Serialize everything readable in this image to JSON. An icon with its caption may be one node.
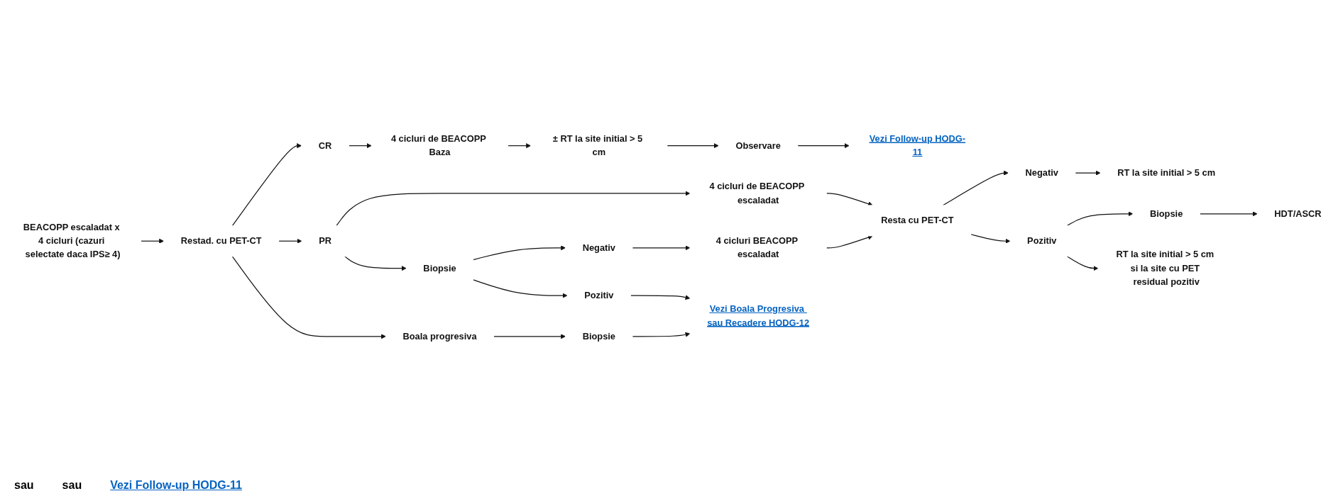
{
  "diagram": {
    "nodes": [
      {
        "text": [
          "BEACOPP escaladat x 4 cicluri (cazuri selectate daca IPS≥ 4)"
        ]
      },
      {
        "text": [
          "Restad. cu PET-CT"
        ]
      },
      {
        "text": [
          "CR"
        ]
      },
      {
        "text": [
          "4 cicluri de BEACOPP Baza"
        ]
      },
      {
        "text": [
          "± RT la site initial > 5 cm"
        ]
      },
      {
        "text": [
          "Observare"
        ]
      },
      {
        "text": [
          "Vezi Follow-up HODG-11"
        ]
      },
      {
        "text": [
          "PR"
        ]
      },
      {
        "text": [
          "4 cicluri de BEACOPP escaladat"
        ]
      },
      {
        "text": [
          "Biopsie"
        ]
      },
      {
        "text": [
          "Resta cu PET-CT"
        ]
      },
      {
        "text": [
          "Negativ"
        ]
      },
      {
        "text": [
          "RT la site initial > 5 cm"
        ]
      },
      {
        "text": [
          "Pozitiv"
        ]
      },
      {
        "text": [
          "Biopsie"
        ]
      },
      {
        "text": [
          "HDT/ASCR"
        ]
      },
      {
        "text": [
          "RT la site initial > 5 cm si la site cu PET residual pozitiv"
        ]
      },
      {
        "text": [
          "Negativ"
        ]
      },
      {
        "text": [
          "Pozitiv"
        ]
      },
      {
        "text": [
          "4 cicluri BEACOPP escaladat"
        ]
      },
      {
        "text": [
          "Boala progresiva"
        ]
      },
      {
        "text": [
          "Biopsie"
        ]
      },
      {
        "text": [
          "Vezi Boala Progresiva sau Recadere HODG-12"
        ]
      }
    ],
    "edges": [
      {
        "from": 0,
        "to": 1,
        "arrow": "to"
      },
      {
        "from": 1,
        "to": 2,
        "arrow": "to"
      },
      {
        "from": 1,
        "to": 7,
        "arrow": "to"
      },
      {
        "from": 1,
        "to": 20,
        "arrow": "to"
      },
      {
        "from": 2,
        "to": 3,
        "arrow": "to"
      },
      {
        "from": 3,
        "to": 4,
        "arrow": "to"
      },
      {
        "from": 4,
        "to": 5,
        "arrow": "to"
      },
      {
        "from": 5,
        "to": 6,
        "arrow": "to"
      },
      {
        "from": 7,
        "to": 8,
        "arrow": "to"
      },
      {
        "from": 7,
        "to": 9,
        "arrow": "to"
      },
      {
        "from": 8,
        "to": 10,
        "arrow": "to"
      },
      {
        "from": 9,
        "to": 17,
        "arrow": "to"
      },
      {
        "from": 9,
        "to": 18,
        "arrow": "to"
      },
      {
        "from": 17,
        "to": 19,
        "arrow": "to"
      },
      {
        "from": 19,
        "to": 10,
        "arrow": "to"
      },
      {
        "from": 10,
        "to": 11,
        "arrow": "to"
      },
      {
        "from": 10,
        "to": 13,
        "arrow": "to"
      },
      {
        "from": 11,
        "to": 12,
        "arrow": "to"
      },
      {
        "from": 13,
        "to": 14,
        "arrow": "to"
      },
      {
        "from": 13,
        "to": 16,
        "arrow": "to"
      },
      {
        "from": 14,
        "to": 15,
        "arrow": "to"
      },
      {
        "from": 18,
        "to": 22,
        "arrow": "to"
      },
      {
        "from": 20,
        "to": 21,
        "arrow": "to"
      },
      {
        "from": 21,
        "to": 22,
        "arrow": "to"
      }
    ],
    "labels": [
      "sau",
      "sau",
      "Vezi Follow-up HODG-11"
    ]
  }
}
